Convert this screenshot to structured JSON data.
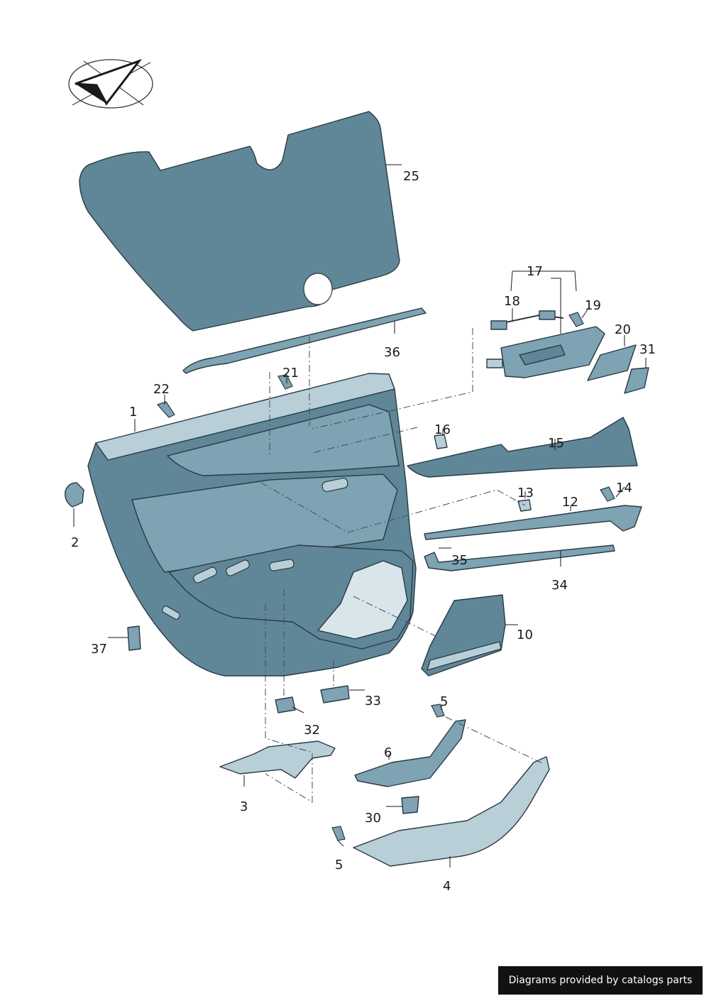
{
  "callouts": [
    "1",
    "2",
    "3",
    "4",
    "5",
    "5",
    "6",
    "10",
    "12",
    "13",
    "14",
    "15",
    "16",
    "17",
    "18",
    "19",
    "20",
    "21",
    "22",
    "25",
    "30",
    "31",
    "32",
    "33",
    "34",
    "35",
    "36",
    "37"
  ],
  "footer": {
    "text": "Diagrams provided by catalogs parts"
  }
}
